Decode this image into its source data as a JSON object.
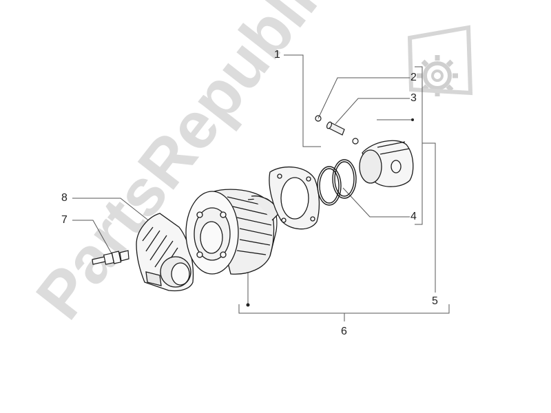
{
  "diagram": {
    "callouts": [
      {
        "id": "1",
        "label": "1"
      },
      {
        "id": "2",
        "label": "2"
      },
      {
        "id": "3",
        "label": "3"
      },
      {
        "id": "4",
        "label": "4"
      },
      {
        "id": "5",
        "label": "5"
      },
      {
        "id": "6",
        "label": "6"
      },
      {
        "id": "7",
        "label": "7"
      },
      {
        "id": "8",
        "label": "8"
      }
    ]
  },
  "watermark": {
    "text": "PartsRepublik",
    "icon": "gear-icon",
    "color": "#d9d9d9"
  },
  "colors": {
    "line": "#333333",
    "part_stroke": "#1a1a1a",
    "part_fill": "#f2f2f2"
  }
}
